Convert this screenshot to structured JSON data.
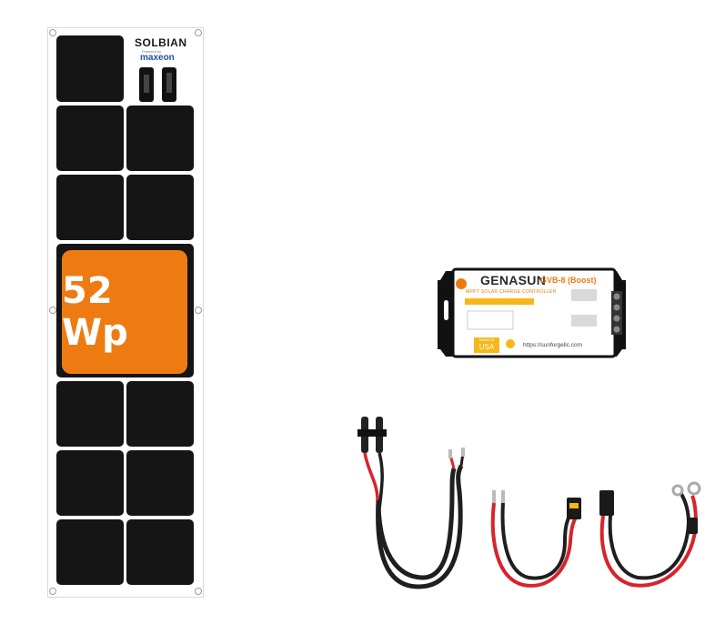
{
  "panel": {
    "brand": "SOLBIAN",
    "powered_by": "Powered by",
    "cell_brand": "maxeon",
    "power_label": "52 Wp"
  },
  "controller": {
    "brand": "GENASUN",
    "model": "GVB-8 (Boost)",
    "subtitle": "MPPT SOLAR CHARGE CONTROLLER",
    "made_in": "MADE IN",
    "country": "USA",
    "url": "https://sunforgellc.com"
  },
  "colors": {
    "accent_orange": "#ee7b12",
    "cell_black": "#151515",
    "cable_red": "#d9232b",
    "cable_black": "#1f1f1f",
    "maxeon_blue": "#1f4fa8",
    "label_yellow": "#f6b719"
  }
}
